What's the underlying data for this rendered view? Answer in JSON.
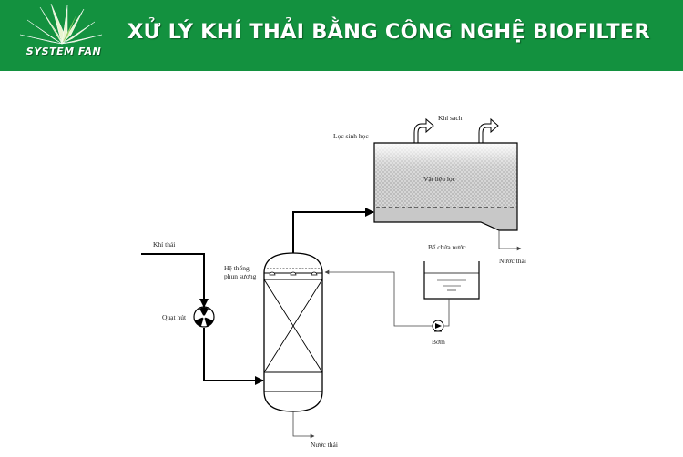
{
  "header": {
    "brand": "SYSTEM FAN",
    "title": "XỬ LÝ KHÍ THẢI BẰNG CÔNG NGHỆ BIOFILTER",
    "background_color": "#13913f"
  },
  "diagram": {
    "labels": {
      "khi_thai": "Khí thải",
      "quat_hut": "Quạt hút",
      "he_thong_1": "Hệ thống",
      "he_thong_2": "phun sương",
      "nuoc_thai_bottom": "Nước thải",
      "loc_sinh_hoc": "Lọc sinh học",
      "vat_lieu_loc": "Vật liệu lọc",
      "khi_sach": "Khí sạch",
      "be_chua_nuoc": "Bể chứa nước",
      "nuoc_thai_right": "Nước thải",
      "bom": "Bơm"
    }
  }
}
